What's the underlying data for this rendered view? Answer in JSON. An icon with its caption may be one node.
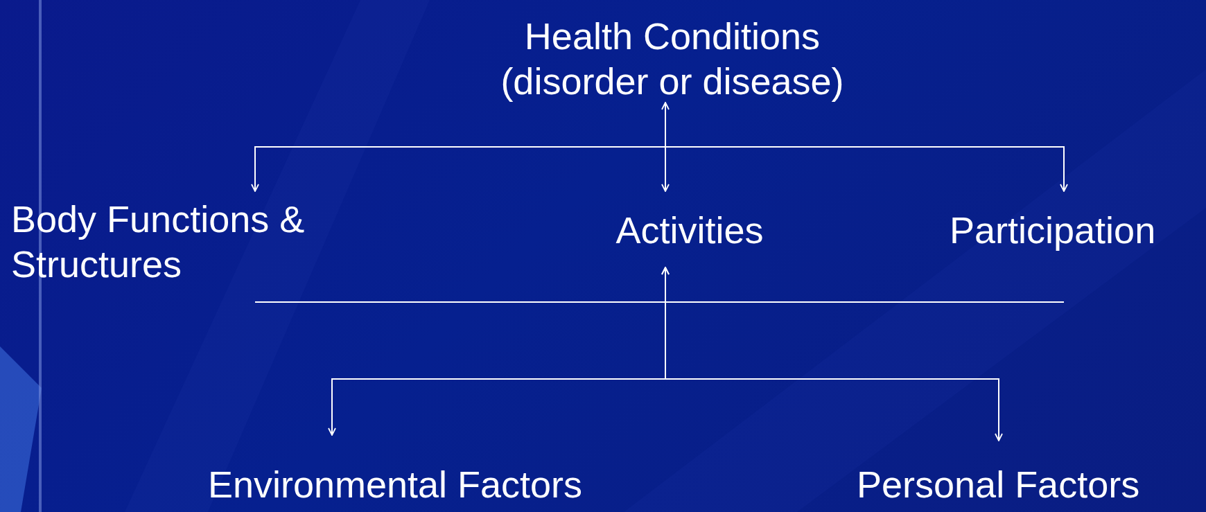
{
  "diagram": {
    "nodes": [
      {
        "text": [
          "Health Conditions (disorder or disease)"
        ]
      },
      {
        "text": [
          "Activities"
        ]
      },
      {
        "text": [
          "Body Functions & Structures"
        ]
      },
      {
        "text": [
          "Participation"
        ]
      },
      {
        "text": [
          "Environmental Factors"
        ]
      },
      {
        "text": [
          "Personal Factors"
        ]
      }
    ],
    "edges": [
      {
        "from": 0,
        "to": 1,
        "arrow": "both"
      },
      {
        "from": 0,
        "to": 2,
        "arrow": "to"
      },
      {
        "from": 0,
        "to": 3,
        "arrow": "to"
      },
      {
        "from": 1,
        "to": 4,
        "arrow": "both"
      },
      {
        "from": 1,
        "to": 5,
        "arrow": "both"
      }
    ]
  }
}
